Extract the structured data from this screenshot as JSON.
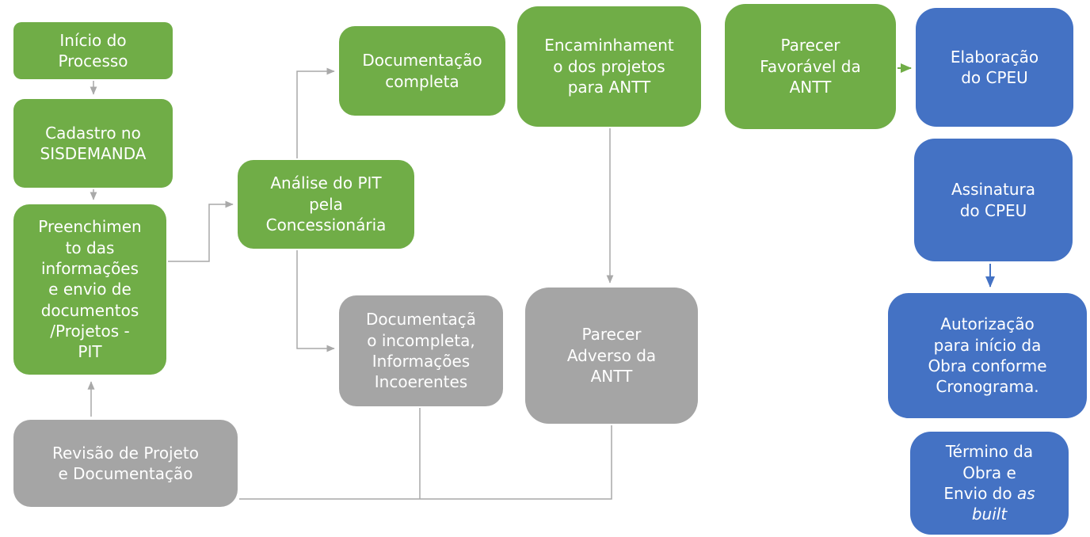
{
  "colors": {
    "green": "#70AD47",
    "blue": "#4472C4",
    "gray": "#A5A5A5",
    "connector": "#A9A9A9",
    "background": "#FFFFFF",
    "text": "#FFFFFF"
  },
  "nodes": {
    "inicio": {
      "label": "Início do\nProcesso",
      "color": "green"
    },
    "cadastro": {
      "label": "Cadastro no\nSISDEMANDA",
      "color": "green"
    },
    "preenchimento": {
      "label": "Preenchimen\nto das\ninformações\ne envio de\ndocumentos\n/Projetos -\nPIT",
      "color": "green"
    },
    "analise": {
      "label": "Análise do PIT\npela\nConcessionária",
      "color": "green"
    },
    "doc_completa": {
      "label": "Documentação\ncompleta",
      "color": "green"
    },
    "encaminhamento": {
      "label": "Encaminhament\no dos projetos\npara ANTT",
      "color": "green"
    },
    "parecer_favoravel": {
      "label": "Parecer\nFavorável da\nANTT",
      "color": "green"
    },
    "elaboracao_cpeu": {
      "label": "Elaboração\ndo CPEU",
      "color": "blue"
    },
    "assinatura_cpeu": {
      "label": "Assinatura\ndo CPEU",
      "color": "blue"
    },
    "autorizacao": {
      "label": "Autorização\npara início da\nObra conforme\nCronograma.",
      "color": "blue"
    },
    "termino": {
      "label_pre": "Término da\nObra e\nEnvio do ",
      "label_italic": "as\nbuilt",
      "color": "blue"
    },
    "doc_incompleta": {
      "label": "Documentaçã\no incompleta,\nInformações\nIncoerentes",
      "color": "gray"
    },
    "parecer_adverso": {
      "label": "Parecer\nAdverso da\nANTT",
      "color": "gray"
    },
    "revisao": {
      "label": "Revisão de Projeto\ne Documentação",
      "color": "gray"
    }
  },
  "edges": [
    {
      "from": "inicio",
      "to": "cadastro",
      "color": "connector"
    },
    {
      "from": "cadastro",
      "to": "preenchimento",
      "color": "connector"
    },
    {
      "from": "preenchimento",
      "to": "analise",
      "color": "connector"
    },
    {
      "from": "analise",
      "to": "doc_completa",
      "color": "connector"
    },
    {
      "from": "analise",
      "to": "doc_incompleta",
      "color": "connector"
    },
    {
      "from": "encaminhamento",
      "to": "parecer_adverso",
      "color": "connector"
    },
    {
      "from": "parecer_favoravel",
      "to": "elaboracao_cpeu",
      "color": "green"
    },
    {
      "from": "assinatura_cpeu",
      "to": "autorizacao",
      "color": "blue"
    },
    {
      "from": "doc_incompleta",
      "to": "revisao",
      "color": "connector"
    },
    {
      "from": "parecer_adverso",
      "to": "revisao",
      "color": "connector"
    },
    {
      "from": "revisao",
      "to": "preenchimento",
      "color": "connector"
    }
  ]
}
